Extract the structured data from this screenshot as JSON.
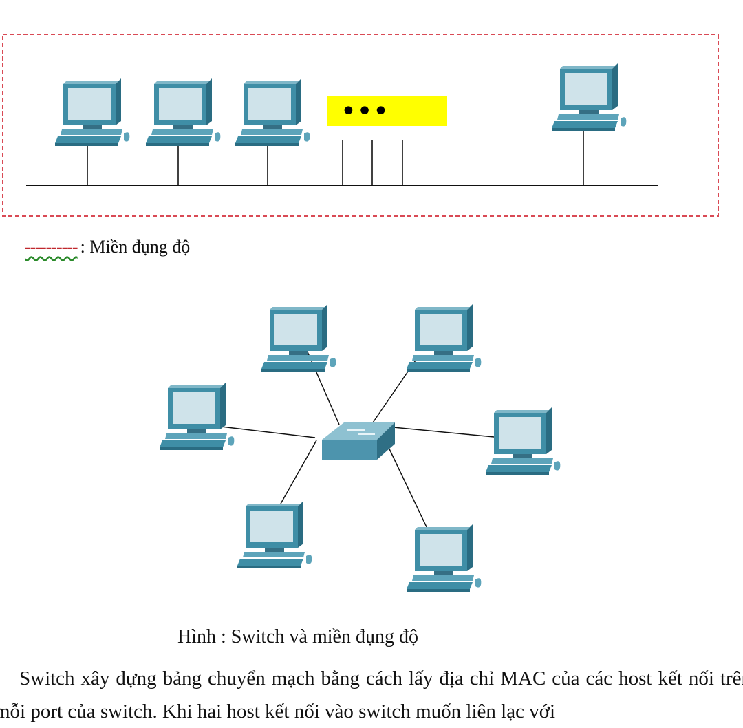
{
  "diagram_top": {
    "hub_dots": "•••"
  },
  "legend": {
    "symbol": "----------",
    "label": ": Miền đụng độ"
  },
  "caption": "Hình : Switch và miền đụng độ",
  "paragraph": "Switch xây dựng bảng chuyển mạch bằng cách lấy địa chỉ MAC của các host kết nối trên mỗi port của switch. Khi hai host kết nối vào switch muốn liên lạc với",
  "colors": {
    "collision_domain_border": "#d94a55",
    "hub_fill": "#ffff00",
    "computer_body": "#3f8ea6",
    "computer_screen": "#cfe3ea",
    "switch_body": "#4d94ad"
  },
  "icons": {
    "computer": "desktop-computer-icon",
    "switch": "network-switch-icon",
    "hub": "hub-icon"
  }
}
